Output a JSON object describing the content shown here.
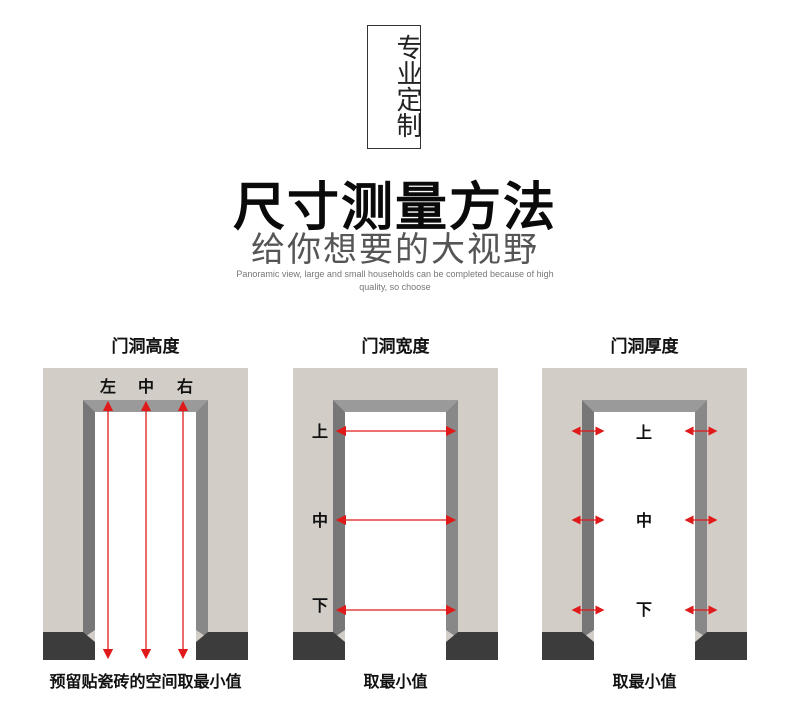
{
  "badge": "专业定制",
  "title": "尺寸测量方法",
  "subtitle": "给你想要的大视野",
  "caption": [
    "Panoramic view, large and small households can be completed because of high",
    "quality, so choose"
  ],
  "colors": {
    "wall": "#d2cdc7",
    "frame": "#888888",
    "frame_dark": "#6e6e6e",
    "skirting": "#3c3c3c",
    "arrow": "#e01a1a"
  },
  "panels": [
    {
      "title": "门洞高度",
      "labels": [
        "左",
        "中",
        "右"
      ],
      "note": "预留贴瓷砖的空间取最小值"
    },
    {
      "title": "门洞宽度",
      "labels": [
        "上",
        "中",
        "下"
      ],
      "note": "取最小值"
    },
    {
      "title": "门洞厚度",
      "labels": [
        "上",
        "中",
        "下"
      ],
      "note": "取最小值"
    }
  ]
}
